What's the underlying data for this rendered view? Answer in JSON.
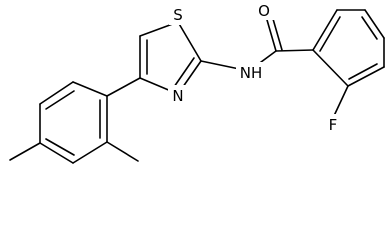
{
  "molecule": {
    "atoms": {
      "oxygen": "O",
      "sulfur": "S",
      "ring_nitrogen": "N",
      "amide_nh": "NH",
      "fluorine": "F"
    }
  },
  "colors": {
    "bond": "#000000",
    "label": "#000000",
    "background": "#ffffff"
  }
}
